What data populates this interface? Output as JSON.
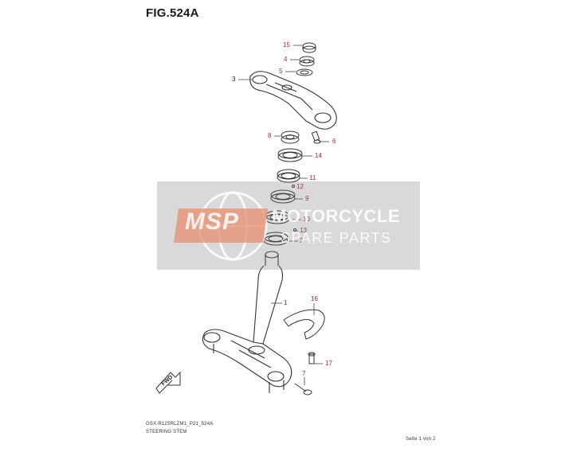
{
  "figure": {
    "title": "FIG.524A"
  },
  "callouts": [
    {
      "id": "15",
      "text": "15"
    },
    {
      "id": "4",
      "text": "4"
    },
    {
      "id": "5",
      "text": "5"
    },
    {
      "id": "3",
      "text": "3"
    },
    {
      "id": "8",
      "text": "8"
    },
    {
      "id": "6",
      "text": "6"
    },
    {
      "id": "14",
      "text": "14"
    },
    {
      "id": "11",
      "text": "11"
    },
    {
      "id": "12",
      "text": "12"
    },
    {
      "id": "9",
      "text": "9"
    },
    {
      "id": "10",
      "text": "10"
    },
    {
      "id": "13",
      "text": "13"
    },
    {
      "id": "2",
      "text": "2"
    },
    {
      "id": "1",
      "text": "1"
    },
    {
      "id": "16",
      "text": "16"
    },
    {
      "id": "17",
      "text": "17"
    },
    {
      "id": "7",
      "text": "7"
    }
  ],
  "fwd_label": "FWD",
  "watermark": {
    "logo_text": "MSP",
    "line1": "MOTORCYCLE",
    "line2": "SPARE PARTS"
  },
  "footer": {
    "model_code": "GSX-R125RLZM1_P21_524A",
    "section": "STEERING STEM",
    "page": "Seite 1 von 2"
  },
  "colors": {
    "callout_red": "#b32424",
    "callout_black": "#222222",
    "line": "#333333"
  }
}
